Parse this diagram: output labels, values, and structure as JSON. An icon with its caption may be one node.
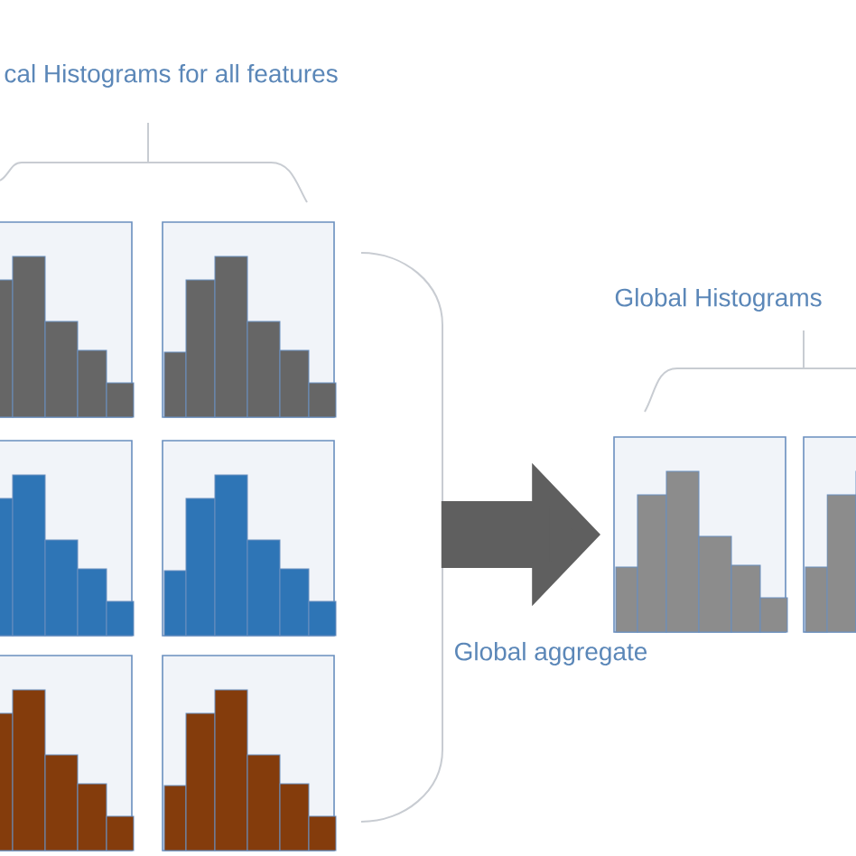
{
  "diagram": {
    "nodes": [
      {
        "text": [],
        "shape": "chart"
      },
      {
        "text": [],
        "shape": "chart"
      },
      {
        "text": [],
        "shape": "chart"
      },
      {
        "text": [],
        "shape": "chart"
      },
      {
        "text": [],
        "shape": "chart"
      },
      {
        "text": [],
        "shape": "chart"
      },
      {
        "text": [],
        "shape": "chart"
      },
      {
        "text": [],
        "shape": "chart"
      }
    ],
    "edges": [
      {
        "from": 3,
        "to": 6,
        "arrow": "to",
        "label": "Global aggregate"
      }
    ],
    "labels": [
      "cal Histograms for all features",
      "Global Histograms"
    ]
  }
}
